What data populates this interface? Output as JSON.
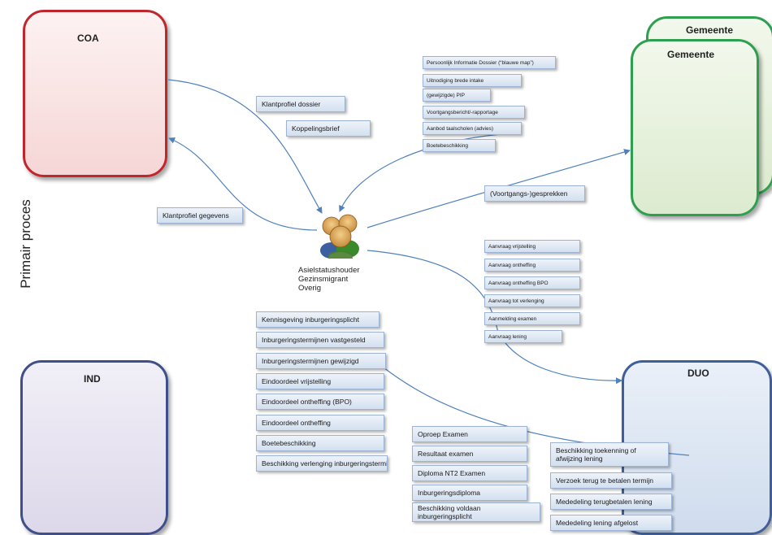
{
  "side_label": "Primair proces",
  "organizations": {
    "coa": "COA",
    "gemeente_back": "Gemeente",
    "gemeente_front": "Gemeente",
    "ind": "IND",
    "duo": "DUO"
  },
  "client": {
    "line1": "Asielstatushouder",
    "line2": "Gezinsmigrant",
    "line3": "Overig"
  },
  "coa_out": [
    "Klantprofiel dossier",
    "Koppelingsbrief"
  ],
  "coa_in": [
    "Klantprofiel gegevens"
  ],
  "gemeente_docs": [
    "Persoonlijk Informatie Dossier (“blauwe map”)",
    "Uitnodiging brede intake",
    "(gewijzigde) PIP",
    "Voortgangsbericht/-rapportage",
    "Aanbod taalscholen (advies)",
    "Boetebeschikking"
  ],
  "gemeente_talks": "(Voortgangs-)gesprekken",
  "duo_requests": [
    "Aanvraag vrijstelling",
    "Aanvraag ontheffing",
    "Aanvraag ontheffing BPO",
    "Aanvraag tot verlenging",
    "Aanmelding examen",
    "Aanvraag lening"
  ],
  "ind_docs": [
    "Kennisgeving inburgeringsplicht",
    "Inburgeringstermijnen vastgesteld",
    "Inburgeringstermijnen gewijzigd",
    "Eindoordeel vrijstelling",
    "Eindoordeel ontheffing (BPO)",
    "Eindoordeel ontheffing",
    "Boetebeschikking",
    "Beschikking verlenging inburgeringstermijn"
  ],
  "exam_docs": [
    "Oproep Examen",
    "Resultaat examen",
    "Diploma NT2 Examen",
    "Inburgeringsdiploma",
    "Beschikking voldaan inburgeringsplicht"
  ],
  "loan_docs": [
    "Beschikking toekenning of afwijzing lening",
    "Verzoek terug te betalen termijn",
    "Mededeling terugbetalen lening",
    "Mededeling lening afgelost"
  ],
  "colors": {
    "coa_border": "#c0272d",
    "coa_fill": "#fbe3e3",
    "gemeente_border": "#2e9e4f",
    "gemeente_fill": "#e6f1dc",
    "ind_border": "#3f4f8a",
    "ind_fill": "#e5e1ef",
    "duo_border": "#3f5f9a",
    "duo_fill": "#dbe5f2",
    "arrow": "#4f81bd"
  }
}
